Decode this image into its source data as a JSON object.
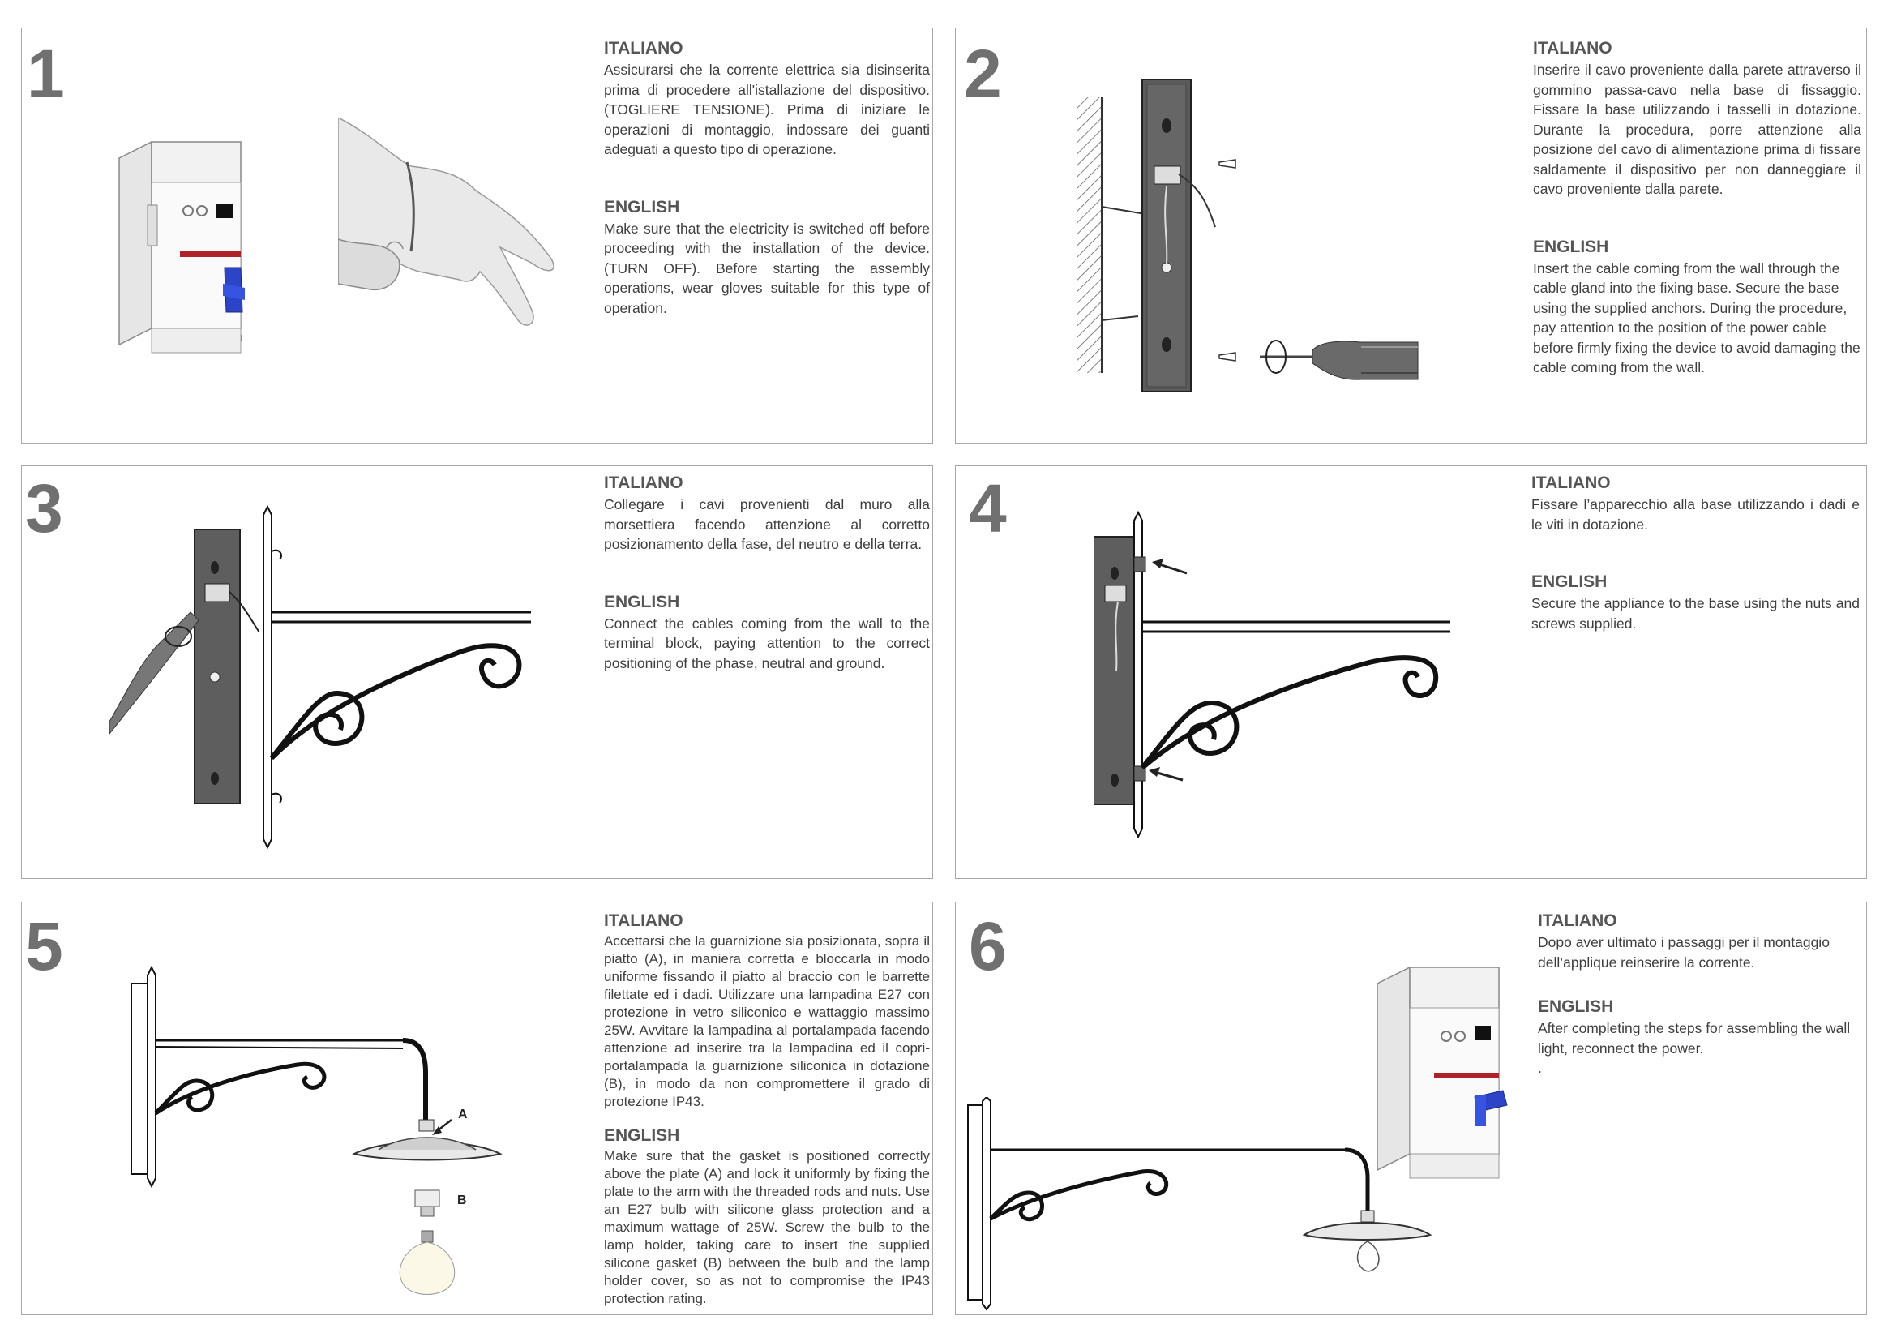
{
  "steps": [
    {
      "number": "1",
      "it_heading": "ITALIANO",
      "it_text": "Assicurarsi che la corrente elettrica sia disinserita prima di procedere all'istallazione del dispositivo. (TOGLIERE TENSIONE). Prima di iniziare le operazioni di montaggio, indossare dei guanti adeguati a questo tipo di operazione.",
      "en_heading": "ENGLISH",
      "en_text": "Make sure that the electricity is switched off before proceeding with the installation of the device. (TURN OFF). Before starting the assembly operations, wear gloves suitable for this type of operation."
    },
    {
      "number": "2",
      "it_heading": "ITALIANO",
      "it_text": "Inserire il cavo proveniente dalla parete attraverso il gommino passa-cavo nella base di fissaggio. Fissare la base utilizzando i tasselli in dotazione. Durante la procedura, porre attenzione alla posizione del cavo di alimentazione prima di fissare saldamente il dispositivo per non danneggiare il cavo proveniente dalla parete.",
      "en_heading": "ENGLISH",
      "en_text": "Insert the cable coming from the wall through the cable gland into the fixing base. Secure the base using the supplied anchors. During the procedure, pay attention to the position of the power cable before firmly fixing the device to avoid damaging the cable coming from the wall."
    },
    {
      "number": "3",
      "it_heading": "ITALIANO",
      "it_text": "Collegare i cavi provenienti dal muro alla morsettiera facendo attenzione al corretto posizionamento della fase, del neutro e della terra.",
      "en_heading": "ENGLISH",
      "en_text": "Connect the cables coming from the wall to the terminal block, paying attention to the correct positioning of the phase, neutral and ground."
    },
    {
      "number": "4",
      "it_heading": "ITALIANO",
      "it_text": "Fissare l’apparecchio alla base utilizzando i dadi e le viti in dotazione.",
      "en_heading": "ENGLISH",
      "en_text": "Secure the appliance to the base using the nuts and screws supplied."
    },
    {
      "number": "5",
      "it_heading": "ITALIANO",
      "it_text": "Accettarsi che la guarnizione sia posizionata, sopra il piatto (A), in maniera corretta e bloccarla in modo uniforme fissando il piatto al braccio con le barrette filettate ed i dadi. Utilizzare una lampadina E27 con protezione in vetro siliconico e wattaggio massimo 25W. Avvitare la lampadina al portalampada facendo attenzione ad inserire tra la lampadina ed il copri-portalampada la guarnizione siliconica in dotazione (B), in modo da non compromettere il grado di protezione IP43.",
      "en_heading": "ENGLISH",
      "en_text": "Make sure that the gasket is positioned correctly above the plate (A) and lock it uniformly by fixing the plate to the arm with the threaded rods and nuts. Use an E27 bulb with silicone glass protection and a maximum wattage of 25W. Screw the bulb to the lamp holder, taking care to insert the supplied silicone gasket (B) between the bulb and the lamp holder cover, so as not to compromise the IP43 protection rating.",
      "label_a": "A",
      "label_b": "B"
    },
    {
      "number": "6",
      "it_heading": "ITALIANO",
      "it_text": "Dopo aver ultimato i passaggi per il montaggio dell’applique reinserire la corrente.",
      "en_heading": "ENGLISH",
      "en_text": "After completing the steps for assembling the wall light, reconnect the power.",
      "en_extra": "."
    }
  ],
  "colors": {
    "border": "#a8a8a8",
    "number": "#707070",
    "breaker_red": "#b0212a",
    "breaker_blue": "#2c45c8"
  }
}
